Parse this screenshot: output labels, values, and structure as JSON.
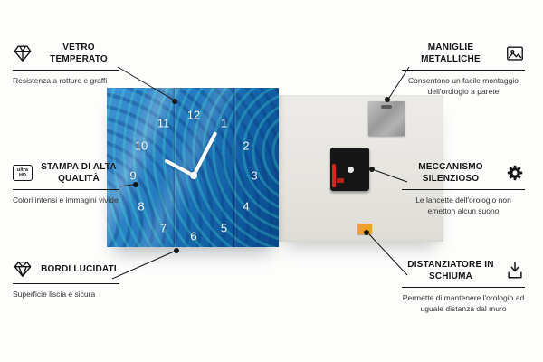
{
  "features": {
    "left": [
      {
        "title": "VETRO TEMPERATO",
        "desc": "Resistenza a rotture e graffi",
        "icon": "diamond-icon"
      },
      {
        "title": "STAMPA DI ALTA QUALITÀ",
        "desc": "Colori intensi e immagini vivide",
        "icon": "ultra-hd-icon"
      },
      {
        "title": "BORDI LUCIDATI",
        "desc": "Superficie liscia e sicura",
        "icon": "gem-icon"
      }
    ],
    "right": [
      {
        "title": "MANIGLIE METALLICHE",
        "desc": "Consentono un facile montaggio dell'orologio a parete",
        "icon": "picture-icon"
      },
      {
        "title": "MECCANISMO SILENZIOSO",
        "desc": "Le lancette dell'orologio non emetton alcun suono",
        "icon": "gear-icon"
      },
      {
        "title": "DISTANZIATORE IN SCHIUMA",
        "desc": "Permette di mantenere l'orologio ad uguale distanza dal muro",
        "icon": "foam-spacer-icon"
      }
    ]
  },
  "badge": {
    "line1": "ultra",
    "line2": "HD"
  },
  "clock": {
    "numbers": [
      "1",
      "2",
      "3",
      "4",
      "5",
      "6",
      "7",
      "8",
      "9",
      "10",
      "11",
      "12"
    ]
  },
  "colors": {
    "accent_blue": "#1f6cb0",
    "foam_orange": "#f0a028",
    "mechanism_black": "#161616",
    "line_black": "#141414"
  }
}
